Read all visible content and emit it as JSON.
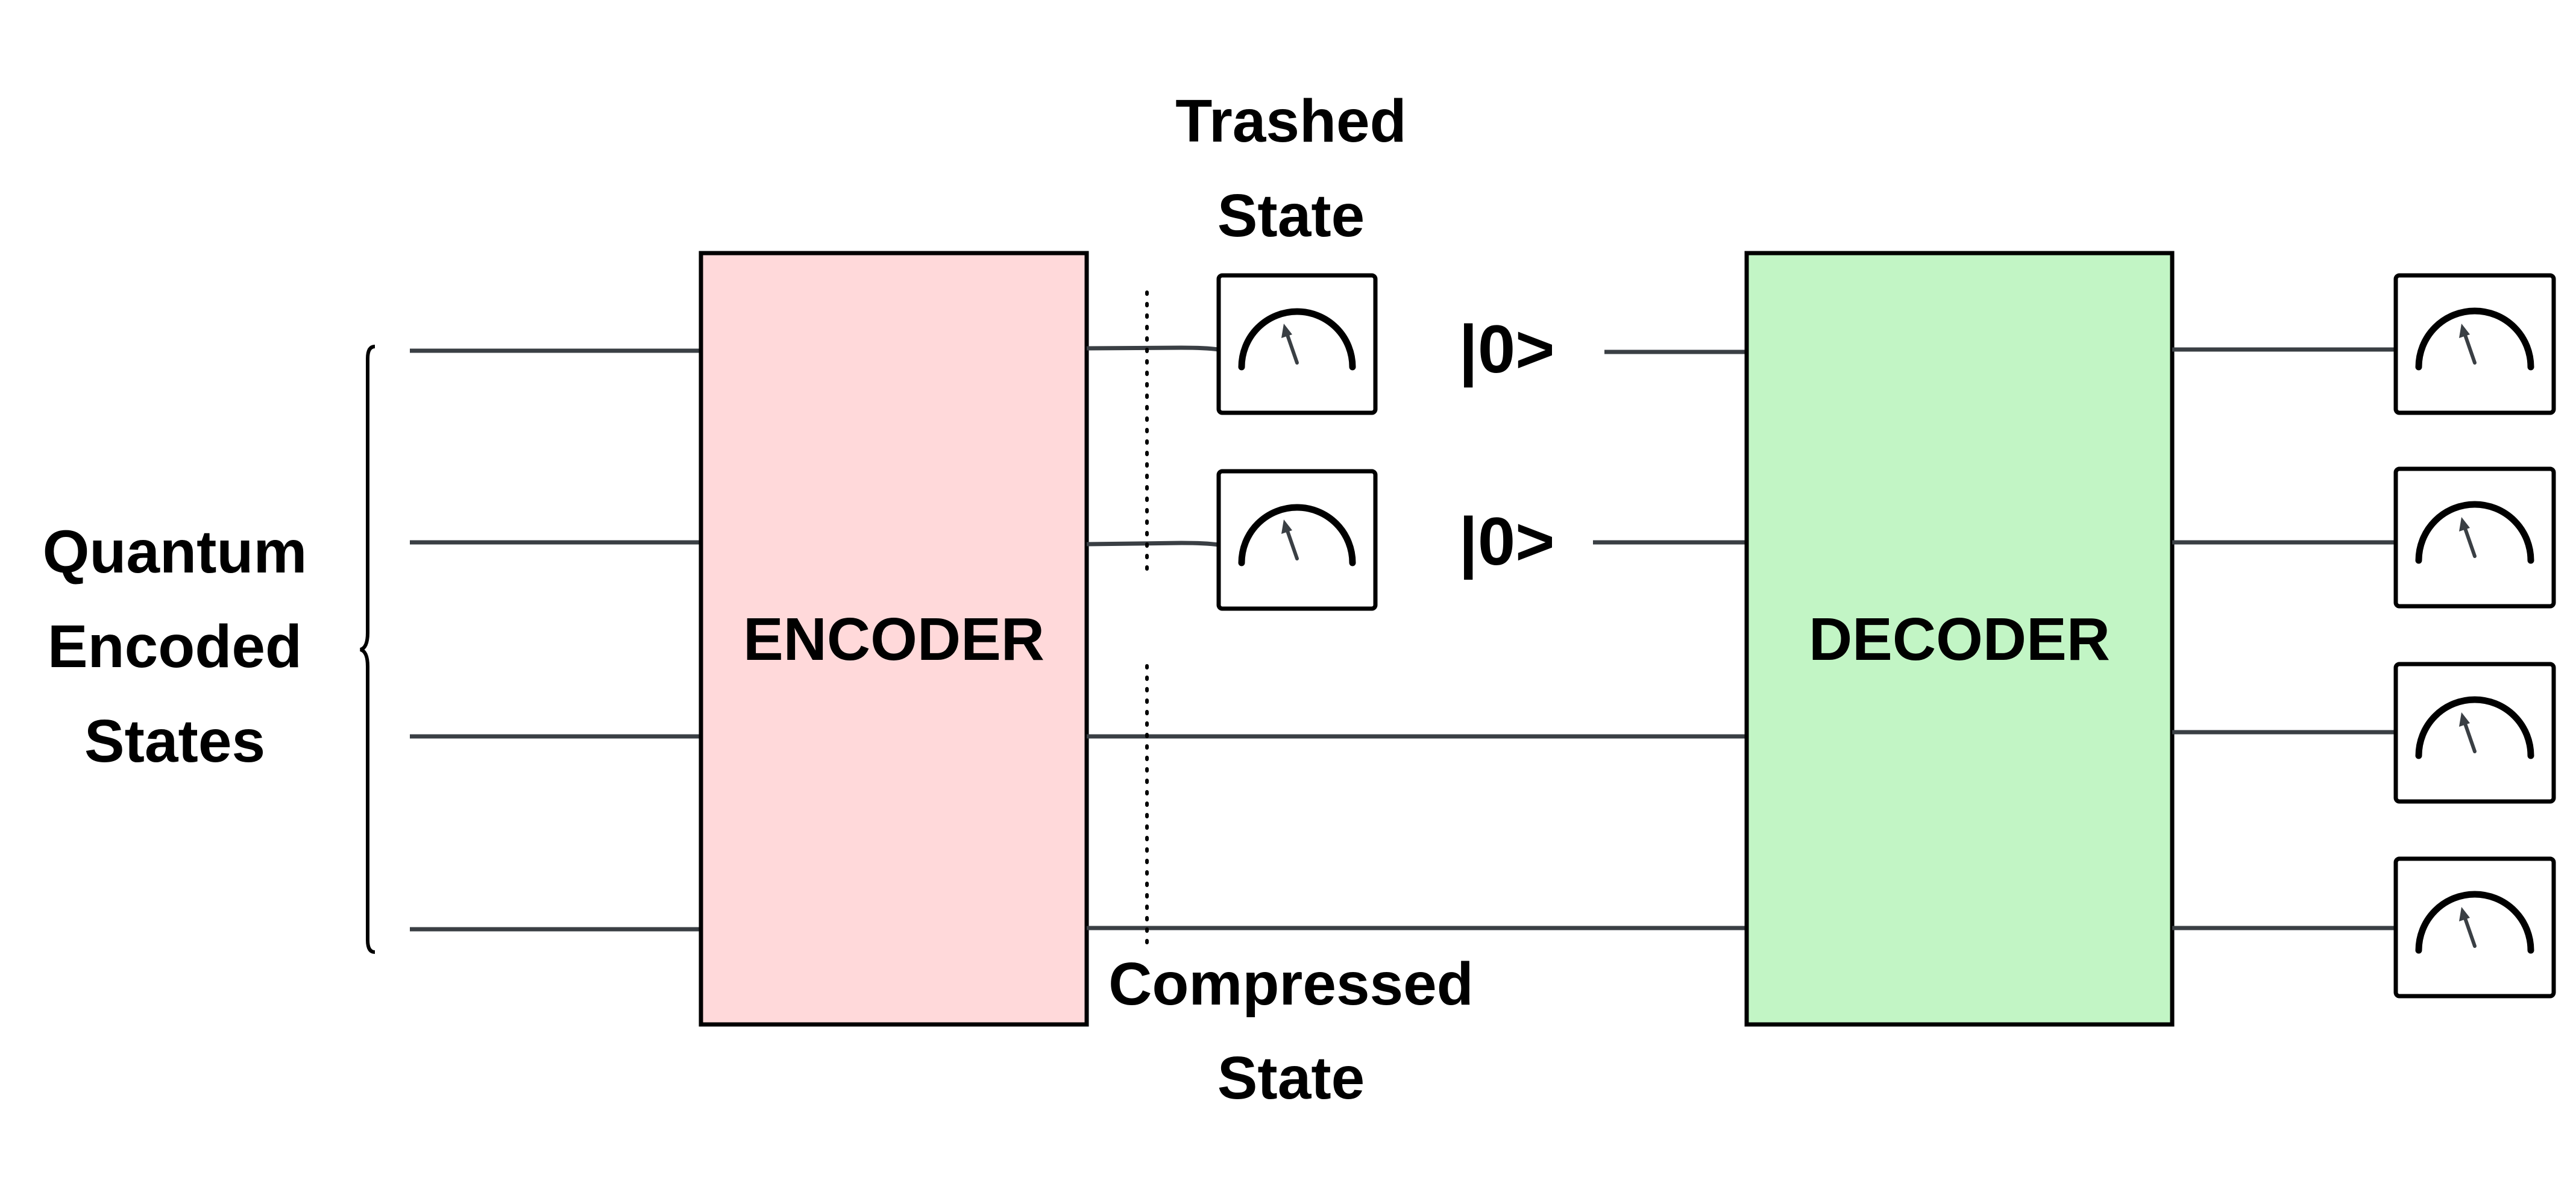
{
  "labels": {
    "input_line1": "Quantum",
    "input_line2": "Encoded",
    "input_line3": "States",
    "encoder": "ENCODER",
    "decoder": "DECODER",
    "trashed_line1": "Trashed",
    "trashed_line2": "State",
    "compressed_line1": "Compressed",
    "compressed_line2": "State",
    "ket_zero": "|0>"
  },
  "colors": {
    "encoder_fill": "#ffd9da",
    "decoder_fill": "#c2f5c5",
    "wire": "#3a3f44",
    "outline": "#000000"
  },
  "icons": {
    "meter": "measurement-meter-icon"
  }
}
